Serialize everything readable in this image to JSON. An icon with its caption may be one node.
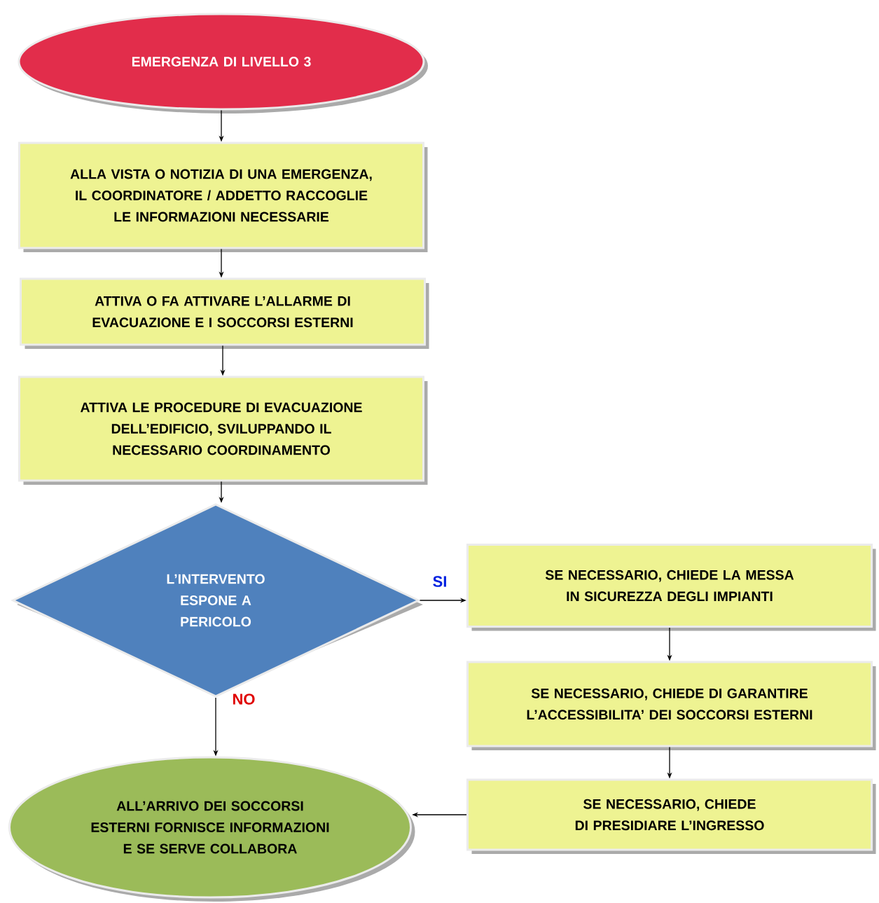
{
  "diagram": {
    "nodes": [
      {
        "text": [
          "EMERGENZA DI LIVELLO 3"
        ]
      },
      {
        "text": [
          "ALLA VISTA O NOTIZIA DI UNA EMERGENZA, IL COORDINATORE / ADDETTO RACCOGLIE LE INFORMAZIONI NECESSARIE"
        ]
      },
      {
        "text": [
          "ATTIVA O FA ATTIVARE L’ALLARME DI EVACUAZIONE E I SOCCORSI ESTERNI"
        ]
      },
      {
        "text": [
          "ATTIVA LE PROCEDURE DI EVACUAZIONE DELL’EDIFICIO, SVILUPPANDO IL NECESSARIO COORDINAMENTO"
        ]
      },
      {
        "text": [
          "L’INTERVENTO ESPONE A PERICOLO"
        ]
      },
      {
        "text": [
          "SE NECESSARIO, CHIEDE LA MESSA IN SICUREZZA DEGLI IMPIANTI"
        ]
      },
      {
        "text": [
          "SE NECESSARIO, CHIEDE DI GARANTIRE L’ACCESSIBILITA’ DEI SOCCORSI ESTERNI"
        ]
      },
      {
        "text": [
          "SE NECESSARIO, CHIEDE DI PRESIDIARE L’INGRESSO"
        ]
      },
      {
        "text": [
          "ALL’ARRIVO DEI SOCCORSI ESTERNI FORNISCE INFORMAZIONI E SE SERVE COLLABORA"
        ]
      }
    ],
    "edges": [
      {
        "from": 0,
        "to": 1,
        "arrow": "to"
      },
      {
        "from": 1,
        "to": 2,
        "arrow": "to"
      },
      {
        "from": 2,
        "to": 3,
        "arrow": "to"
      },
      {
        "from": 3,
        "to": 4,
        "arrow": "to"
      },
      {
        "from": 4,
        "to": 5,
        "arrow": "to",
        "label": "SI"
      },
      {
        "from": 4,
        "to": 8,
        "arrow": "to",
        "label": "NO"
      },
      {
        "from": 5,
        "to": 6,
        "arrow": "to"
      },
      {
        "from": 6,
        "to": 7,
        "arrow": "to"
      },
      {
        "from": 7,
        "to": 8,
        "arrow": "to"
      }
    ]
  }
}
